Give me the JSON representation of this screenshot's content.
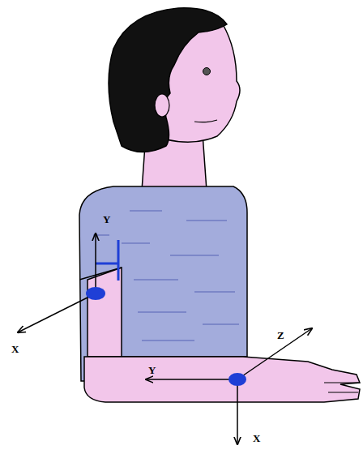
{
  "diagram": {
    "labels": [
      "Y",
      "X",
      "Z",
      "Y",
      "X"
    ]
  }
}
